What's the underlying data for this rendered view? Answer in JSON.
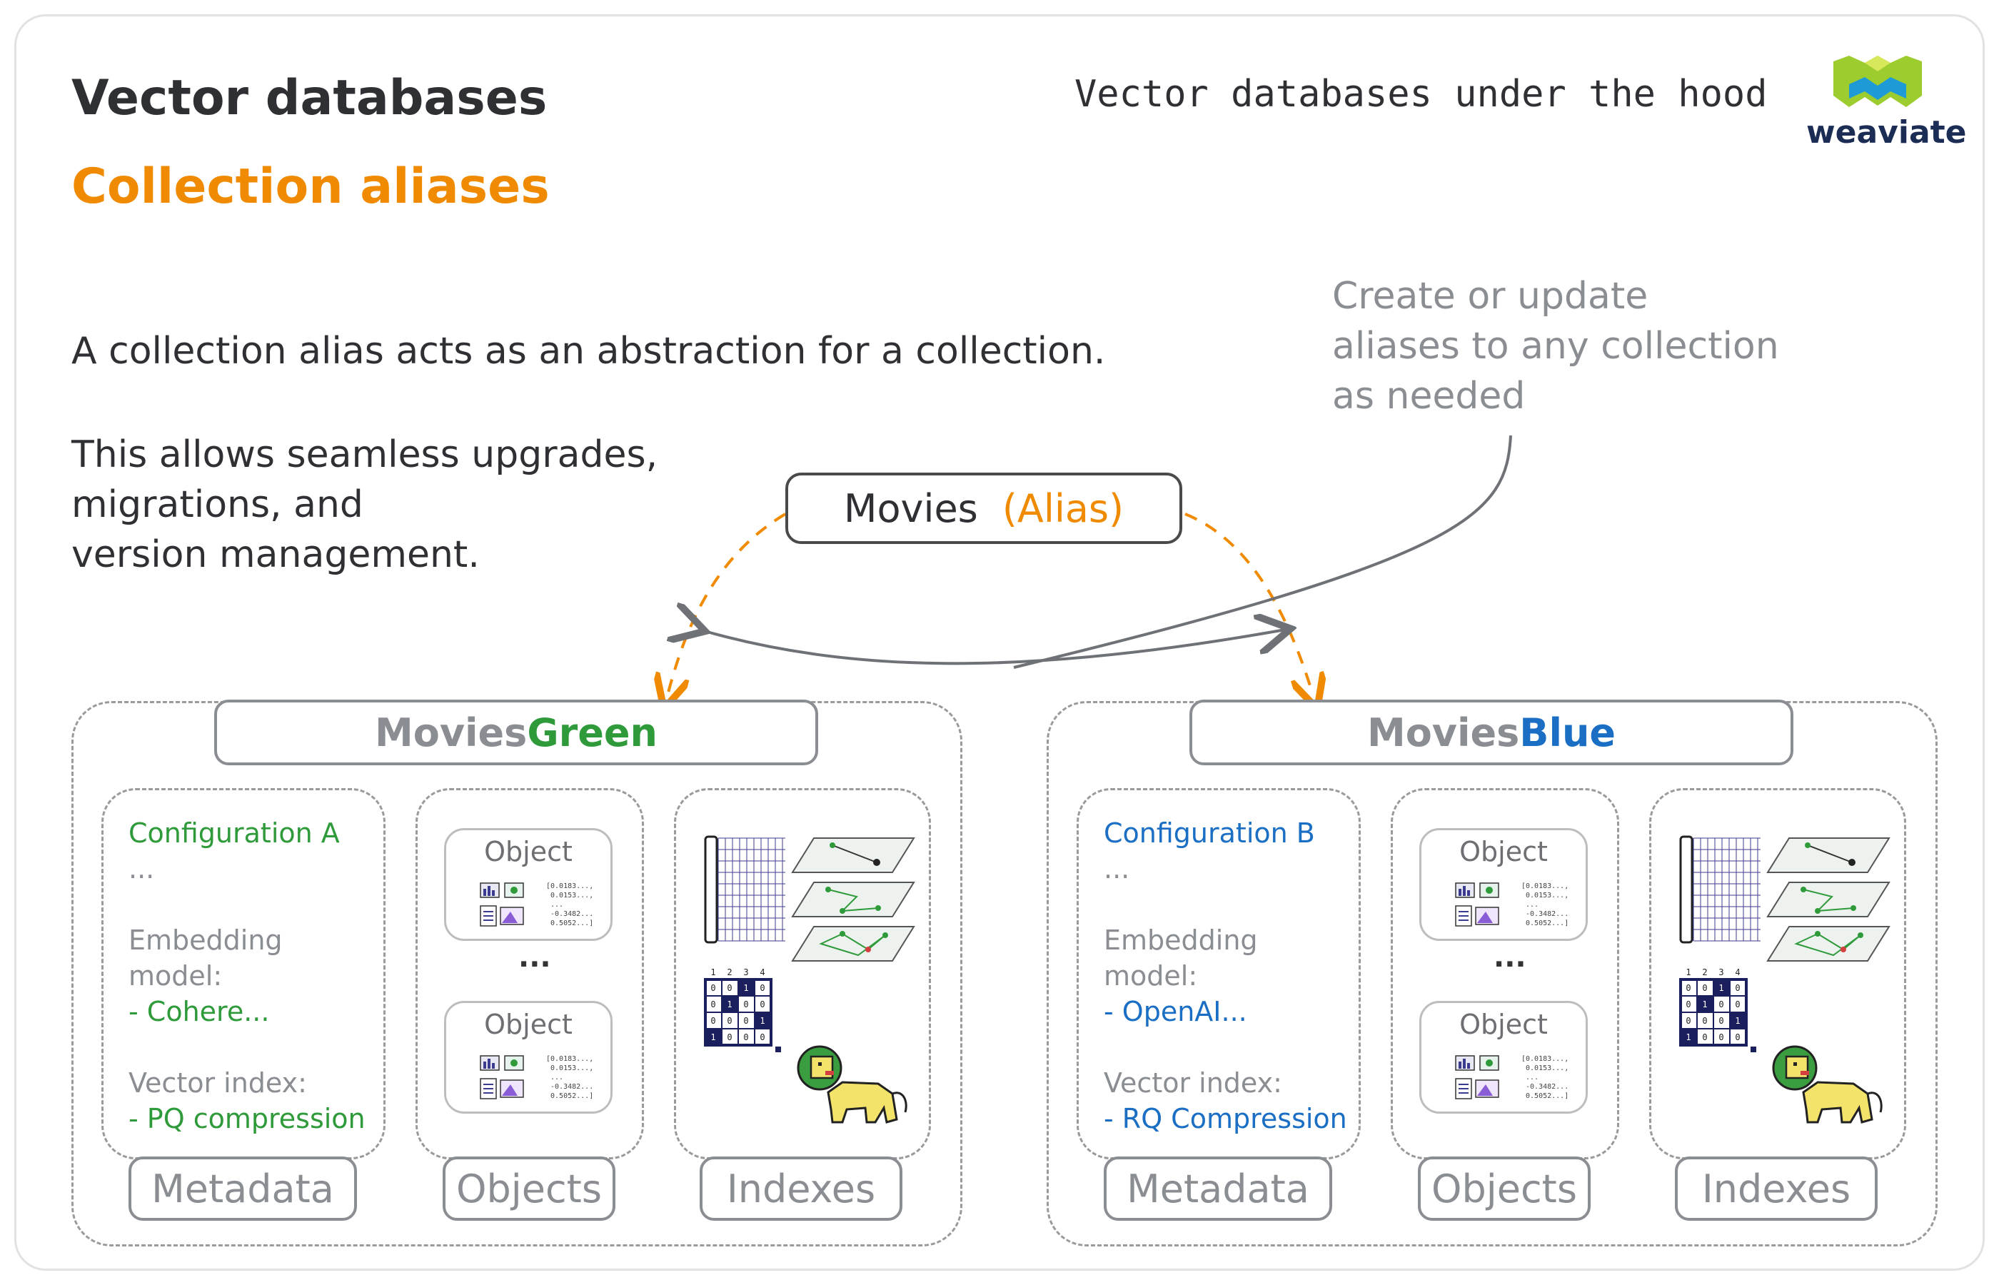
{
  "header": {
    "title": "Vector databases",
    "subtitle": "Collection aliases",
    "series_label": "Vector databases under the hood",
    "logo_text": "weaviate"
  },
  "body": {
    "intro": "A collection alias acts as an abstraction for a collection.",
    "allows_lines": [
      "This allows seamless upgrades,",
      "migrations, and",
      "version management."
    ],
    "note_lines": [
      "Create or update",
      "aliases to any collection",
      "as needed"
    ]
  },
  "alias": {
    "name": "Movies",
    "tag": "(Alias)"
  },
  "collections": [
    {
      "prefix": "Movies",
      "suffix": "Green",
      "config_title": "Configuration A",
      "ellipsis": "...",
      "embedding_label_1": "Embedding",
      "embedding_label_2": "model:",
      "embedding_value": "- Cohere...",
      "index_label": "Vector index:",
      "index_value": "- PQ compression",
      "object_label": "Object",
      "objects_ellipsis": "...",
      "labels": [
        "Metadata",
        "Objects",
        "Indexes"
      ]
    },
    {
      "prefix": "Movies",
      "suffix": "Blue",
      "config_title": "Configuration B",
      "ellipsis": "...",
      "embedding_label_1": "Embedding",
      "embedding_label_2": "model:",
      "embedding_value": "- OpenAI...",
      "index_label": "Vector index:",
      "index_value": "- RQ Compression",
      "object_label": "Object",
      "objects_ellipsis": "...",
      "labels": [
        "Metadata",
        "Objects",
        "Indexes"
      ]
    }
  ],
  "vector_snippet": "[0.0183...,\n 0.0153...,\n ...\n -0.3482...\n 0.5052...]",
  "matrix": {
    "headers": [
      "1",
      "2",
      "3",
      "4"
    ],
    "rows": [
      [
        "0",
        "0",
        "1",
        "0"
      ],
      [
        "0",
        "1",
        "0",
        "0"
      ],
      [
        "0",
        "0",
        "0",
        "1"
      ],
      [
        "1",
        "0",
        "0",
        "0"
      ]
    ]
  },
  "colors": {
    "accent_orange": "#f08a00",
    "green": "#2e9a3a",
    "blue": "#1a6fc4",
    "grey": "#8a8d92",
    "dark": "#2f3034"
  }
}
